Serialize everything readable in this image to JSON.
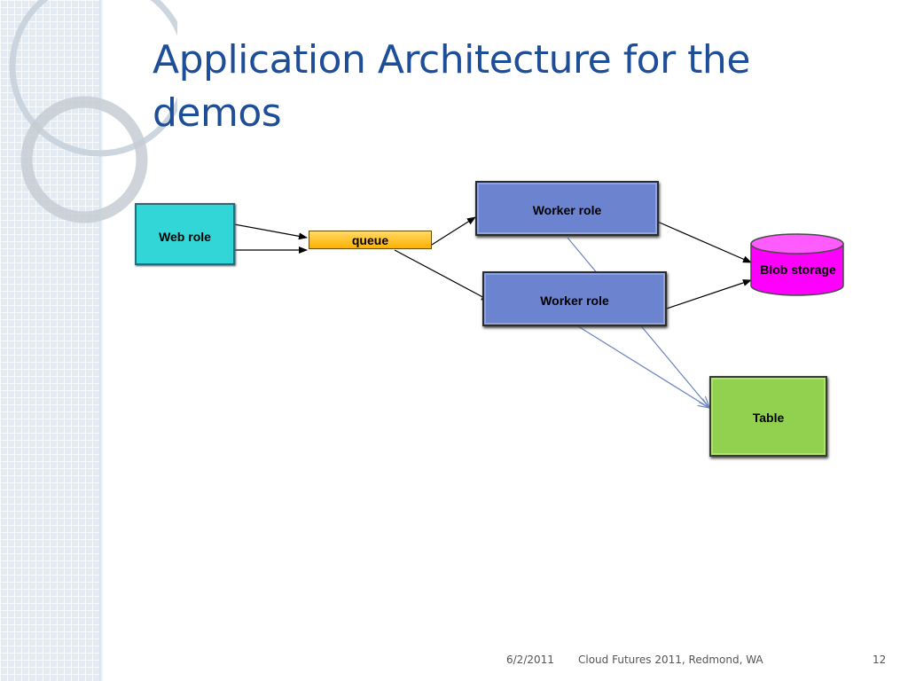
{
  "slide": {
    "title": "Application Architecture for the demos"
  },
  "diagram": {
    "nodes": {
      "web_role": "Web role",
      "queue": "queue",
      "worker_role_1": "Worker role",
      "worker_role_2": "Worker role",
      "blob_storage": "Blob storage",
      "table": "Table"
    },
    "edges": [
      {
        "from": "web_role",
        "to": "queue"
      },
      {
        "from": "web_role",
        "to": "queue"
      },
      {
        "from": "queue",
        "to": "worker_role_1"
      },
      {
        "from": "queue",
        "to": "worker_role_2"
      },
      {
        "from": "worker_role_1",
        "to": "blob_storage"
      },
      {
        "from": "worker_role_2",
        "to": "blob_storage"
      },
      {
        "from": "worker_role_1",
        "to": "table"
      },
      {
        "from": "worker_role_2",
        "to": "table"
      }
    ],
    "colors": {
      "web_role": "#33d6d6",
      "queue": "#ffc000",
      "worker_role": "#6c84cf",
      "blob_storage": "#ff00ff",
      "table": "#92d050",
      "table_arrows": "#6a85c0",
      "title": "#1f4e99"
    }
  },
  "footer": {
    "date": "6/2/2011",
    "event": "Cloud Futures 2011, Redmond, WA",
    "page_number": "12"
  }
}
